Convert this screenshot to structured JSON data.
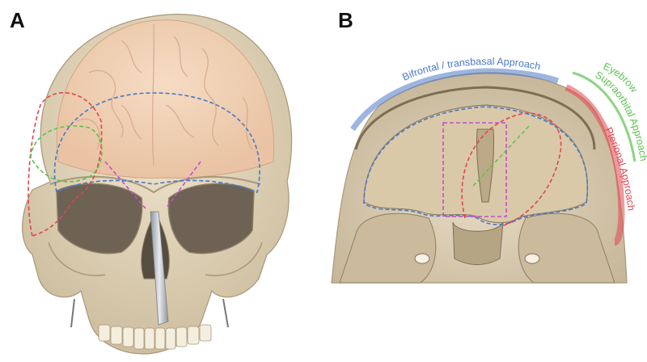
{
  "panels": {
    "a": {
      "letter": "A"
    },
    "b": {
      "letter": "B"
    }
  },
  "approaches": {
    "bifrontal": {
      "label": "Bifrontal / transbasal Approach",
      "color": "#4a78c9"
    },
    "eyebrow": {
      "label": "Eyebrow",
      "color": "#5cc24f"
    },
    "supraorbital": {
      "label": "Supraorbital Approach",
      "color": "#5cc24f"
    },
    "pterional": {
      "label": "Pterional Approach",
      "color": "#e2454f"
    }
  },
  "overlay_colors": {
    "midline": "#c14fd0",
    "instrument": "#b9bec6"
  },
  "anatomy_colors": {
    "bone": "#e3d6bc",
    "bone_shadow": "#b8a88b",
    "brain": "#f0cdb0",
    "cavity": "#5b5347"
  }
}
